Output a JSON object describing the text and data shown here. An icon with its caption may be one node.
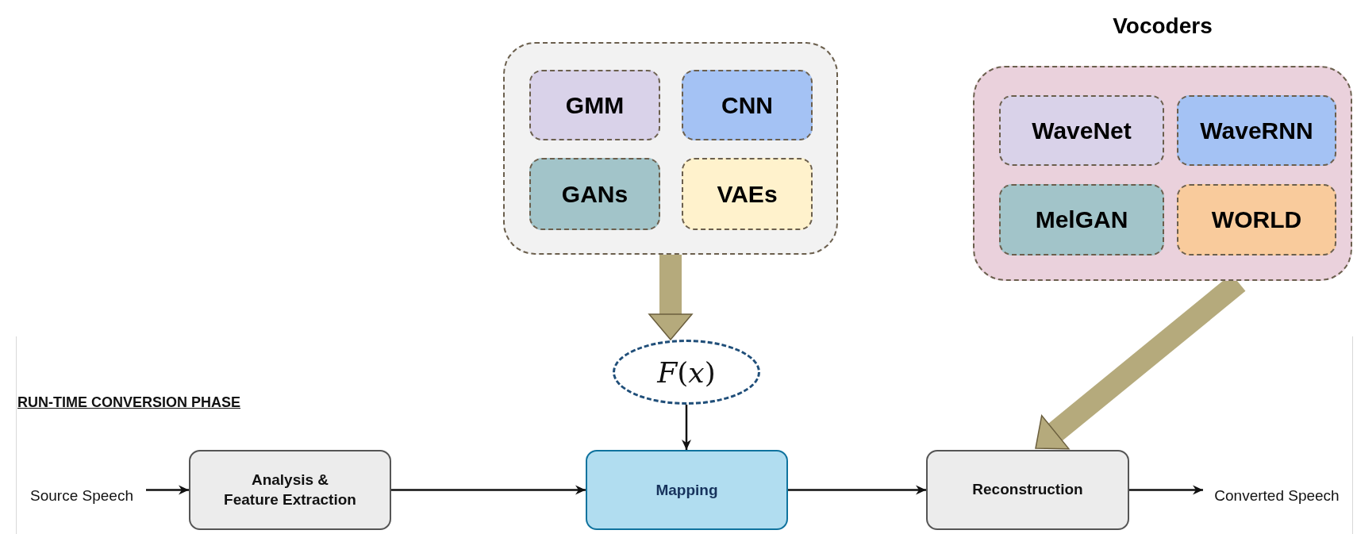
{
  "diagram": {
    "nodes": [
      {
        "text": [],
        "shape": "box"
      },
      {
        "text": [
          "GMM"
        ],
        "in": 0
      },
      {
        "text": [
          "CNN"
        ],
        "in": 0
      },
      {
        "text": [
          "GANs"
        ],
        "in": 0
      },
      {
        "text": [
          "VAEs"
        ],
        "in": 0
      },
      {
        "text": [
          "Vocoders"
        ]
      },
      {
        "text": [
          "WaveNet"
        ],
        "in": 5
      },
      {
        "text": [
          "WaveRNN"
        ],
        "in": 5
      },
      {
        "text": [
          "MelGAN"
        ],
        "in": 5
      },
      {
        "text": [
          "WORLD"
        ],
        "in": 5
      },
      {
        "text": [
          "*F*(*x*)"
        ]
      },
      {
        "text": [
          "Source Speech"
        ]
      },
      {
        "text": [
          "Analysis & Feature Extraction"
        ]
      },
      {
        "text": [
          "Mapping"
        ]
      },
      {
        "text": [
          "Reconstruction"
        ]
      },
      {
        "text": [
          "Converted Speech"
        ]
      }
    ],
    "edges": [
      {
        "from": 0,
        "to": 10,
        "arrow": "to",
        "style": "thick",
        "color": "#b5aa7c"
      },
      {
        "from": 5,
        "to": 14,
        "arrow": "to",
        "style": "thick",
        "color": "#b5aa7c"
      },
      {
        "from": 10,
        "to": 13,
        "arrow": "to"
      },
      {
        "from": 11,
        "to": 12,
        "arrow": "to"
      },
      {
        "from": 12,
        "to": 13,
        "arrow": "to"
      },
      {
        "from": 13,
        "to": 14,
        "arrow": "to"
      },
      {
        "from": 14,
        "to": 15,
        "arrow": "to"
      }
    ],
    "labels": [
      "RUN-TIME CONVERSION PHASE"
    ]
  }
}
